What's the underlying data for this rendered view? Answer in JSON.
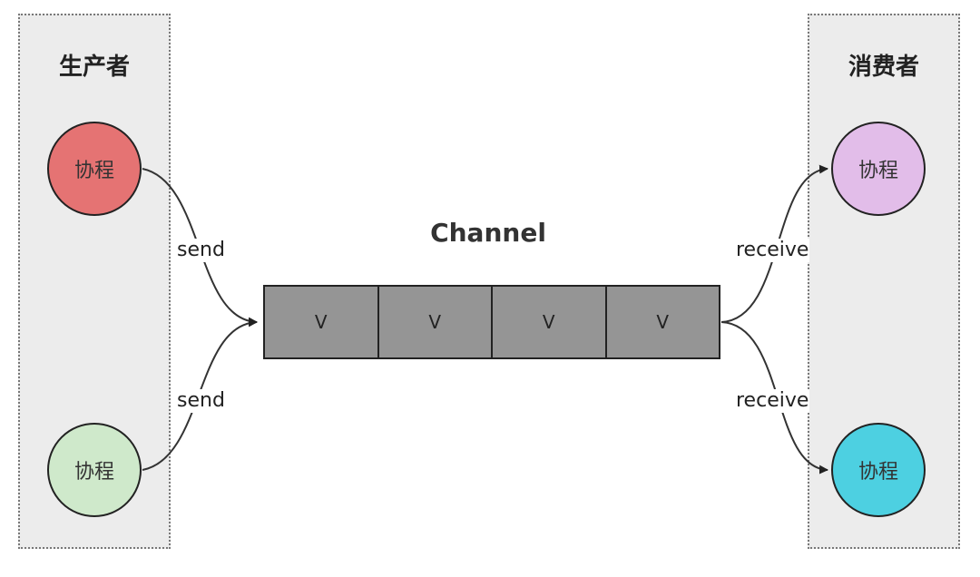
{
  "producer": {
    "title": "生产者",
    "nodes": [
      "协程",
      "协程"
    ],
    "colors": [
      "#e57373",
      "#cfe9cb"
    ]
  },
  "consumer": {
    "title": "消费者",
    "nodes": [
      "协程",
      "协程"
    ],
    "colors": [
      "#e2bde9",
      "#4dd0e1"
    ]
  },
  "channel": {
    "title": "Channel",
    "cells": [
      "V",
      "V",
      "V",
      "V"
    ]
  },
  "edges": {
    "send_top": "send",
    "send_bottom": "send",
    "receive_top": "receive",
    "receive_bottom": "receive"
  }
}
